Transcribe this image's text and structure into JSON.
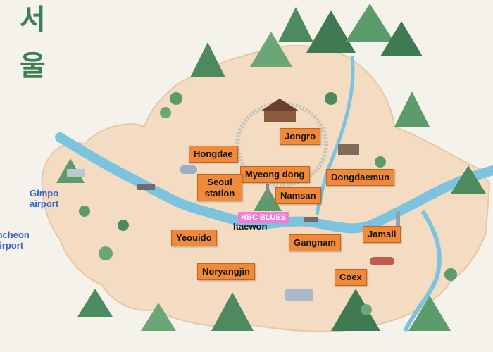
{
  "map": {
    "title_line1": "서",
    "title_line2": "울",
    "colors": {
      "background": "#f4f2ea",
      "land": "#f3dcc1",
      "river": "#7cc3e0",
      "forest": "#4e8a5f",
      "label_fill": "#f08a3a",
      "airport_text": "#3a63c9",
      "highlight": "#f07bd8"
    },
    "airports": {
      "gimpo_line1": "Gimpo",
      "gimpo_line2": "airport",
      "incheon_line1": "Incheon",
      "incheon_line2": "airport"
    },
    "labels": {
      "jongro": "Jongro",
      "hongdae": "Hongdae",
      "myeongdong": "Myeong dong",
      "dongdaemun": "Dongdaemun",
      "seoul_station_line1": "Seoul",
      "seoul_station_line2": "station",
      "namsan": "Namsan",
      "yeouido": "Yeouido",
      "gangnam": "Gangnam",
      "jamsil": "Jamsil",
      "noryangjin": "Noryangjin",
      "coex": "Coex"
    },
    "highlight_label": "HBC BLUES",
    "itaewon": "Itaewon"
  }
}
